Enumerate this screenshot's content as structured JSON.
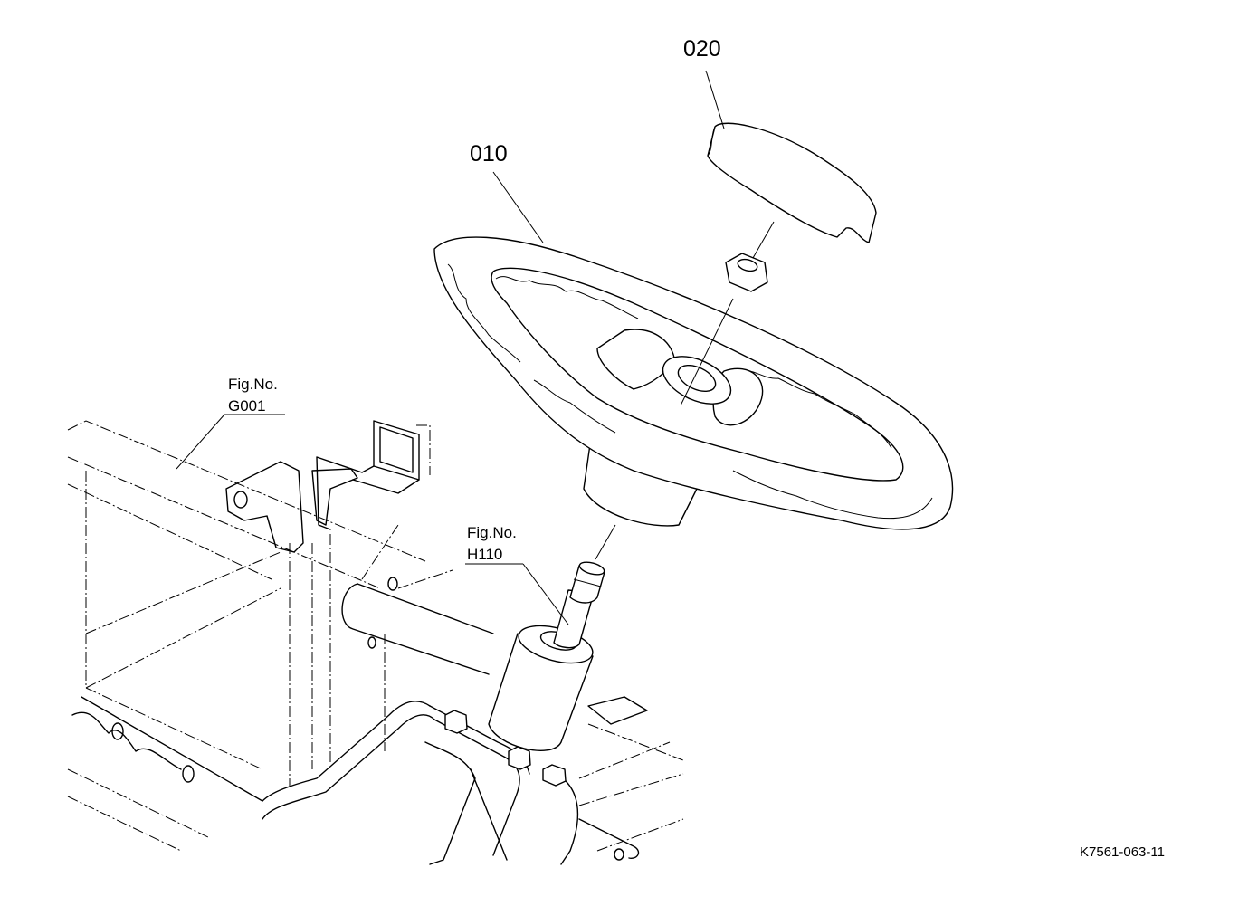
{
  "callouts": {
    "horn_cover": "020",
    "steering_wheel": "010"
  },
  "fig_refs": {
    "frame": {
      "line1": "Fig.No.",
      "line2": "G001"
    },
    "steering_column": {
      "line1": "Fig.No.",
      "line2": "H110"
    }
  },
  "drawing_code": "K7561-063-11"
}
